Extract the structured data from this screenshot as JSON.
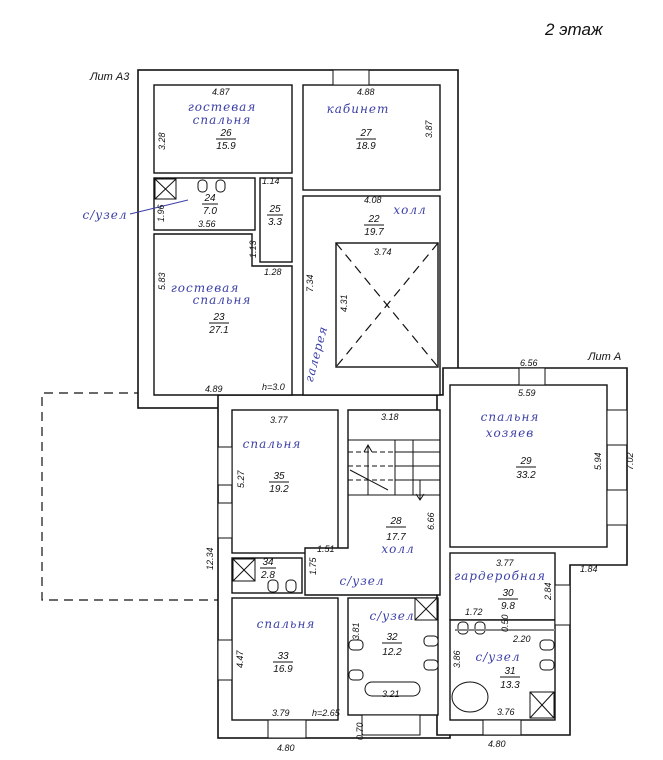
{
  "title": "2 этаж",
  "lit_a3": "Лит А3",
  "lit_a": "Лит А",
  "rooms": [
    {
      "number": "26",
      "area": "15.9",
      "name": "гостевая",
      "name2": "спальня"
    },
    {
      "number": "27",
      "area": "18.9",
      "name": "кабинет"
    },
    {
      "number": "24",
      "area": "7.0",
      "name": "с/узел"
    },
    {
      "number": "25",
      "area": "3.3"
    },
    {
      "number": "23",
      "area": "27.1",
      "name": "гостевая",
      "name2": "спальня"
    },
    {
      "number": "22",
      "area": "19.7",
      "name": "холл",
      "name2": "галерея"
    },
    {
      "number": "35",
      "area": "19.2",
      "name": "спальня"
    },
    {
      "number": "28",
      "area": "17.7",
      "name": "холл"
    },
    {
      "number": "34",
      "area": "2.8",
      "name": "с/узел"
    },
    {
      "number": "33",
      "area": "16.9",
      "name": "спальня"
    },
    {
      "number": "32",
      "area": "12.2",
      "name": "с/узел"
    },
    {
      "number": "29",
      "area": "33.2",
      "name": "спальня",
      "name2": "хозяев"
    },
    {
      "number": "30",
      "area": "9.8",
      "name": "гардеробная"
    },
    {
      "number": "31",
      "area": "13.3",
      "name": "с/узел"
    }
  ],
  "dims": [
    "4.87",
    "3.28",
    "4.88",
    "3.87",
    "1.14",
    "1.96",
    "3.56",
    "4.08",
    "1.13",
    "1.28",
    "5.83",
    "7.34",
    "3.74",
    "4.31",
    "4.89",
    "6.56",
    "5.59",
    "5.94",
    "7.02",
    "3.18",
    "3.77",
    "5.27",
    "6.66",
    "1.51",
    "1.75",
    "12.34",
    "3.77",
    "2.84",
    "1.84",
    "1.72",
    "0.50",
    "2.20",
    "3.81",
    "3.86",
    "4.47",
    "3.21",
    "3.79",
    "3.76",
    "4.80",
    "0.70",
    "4.80"
  ],
  "heights": [
    "h=3.0",
    "h=2.65"
  ]
}
